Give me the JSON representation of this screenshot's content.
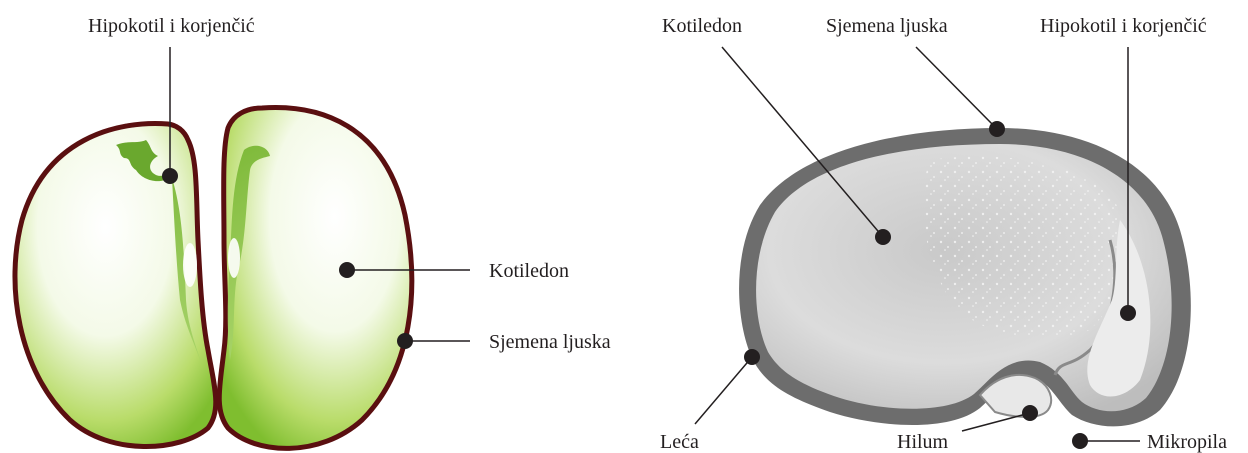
{
  "left_diagram": {
    "labels": {
      "hypocotyl": "Hipokotil i korjenčić",
      "cotyledon": "Kotiledon",
      "seed_coat": "Sjemena ljuska"
    },
    "colors": {
      "seed_coat": "#5a0f10",
      "cotyledon_green": "#8cc63f",
      "embryo_green": "#6aa82e"
    }
  },
  "right_diagram": {
    "labels": {
      "cotyledon": "Kotiledon",
      "seed_coat": "Sjemena ljuska",
      "hypocotyl": "Hipokotil i korjenčić",
      "lens": "Leća",
      "hilum": "Hilum",
      "micropyle": "Mikropila"
    },
    "colors": {
      "seed_coat": "#6a6a6a",
      "interior": "#d4d4d4"
    }
  }
}
